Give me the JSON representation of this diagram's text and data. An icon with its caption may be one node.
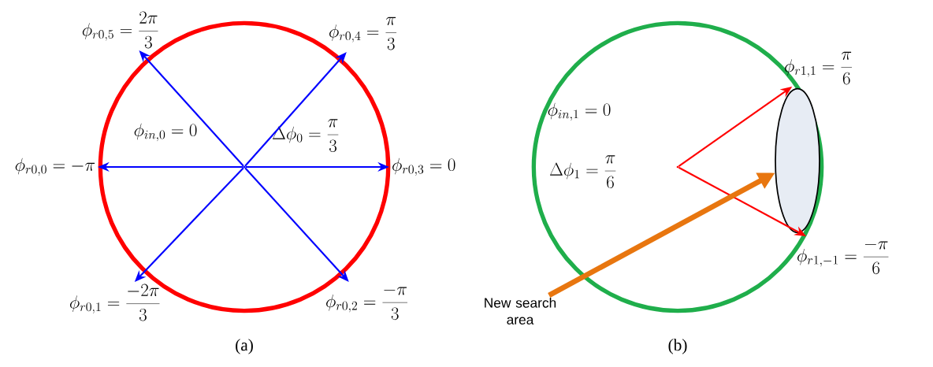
{
  "diagram": {
    "nodes": [
      {
        "text": [
          "\\phi_{in,0}=0",
          "\\Delta\\phi_0=\\frac{\\pi}{3}"
        ]
      },
      {
        "text": [],
        "shape": "point",
        "in": 0
      },
      {
        "text": [
          "\\phi_{r0,0}=-\\pi"
        ]
      },
      {
        "text": [
          "\\phi_{r0,1}=\\frac{-2\\pi}{3}"
        ]
      },
      {
        "text": [
          "\\phi_{r0,2}=\\frac{-\\pi}{3}"
        ]
      },
      {
        "text": [
          "\\phi_{r0,3}=0"
        ]
      },
      {
        "text": [
          "\\phi_{r0,4}=\\frac{\\pi}{3}"
        ]
      },
      {
        "text": [
          "\\phi_{r0,5}=\\frac{2\\pi}{3}"
        ]
      },
      {
        "text": [
          "\\phi_{in,1}=0",
          "\\Delta\\phi_1=\\frac{\\pi}{6}"
        ]
      },
      {
        "text": [],
        "shape": "point",
        "in": 8
      },
      {
        "text": [],
        "shape": "ellipse",
        "in": 8
      },
      {
        "text": [
          "\\phi_{r1,1}=\\frac{\\pi}{6}"
        ]
      },
      {
        "text": [
          "\\phi_{r1,-1}=\\frac{-\\pi}{6}"
        ]
      },
      {
        "text": [
          "New search area"
        ]
      }
    ],
    "edges": [
      {
        "from": 1,
        "to": 2,
        "arrow": "to"
      },
      {
        "from": 1,
        "to": 3,
        "arrow": "to"
      },
      {
        "from": 1,
        "to": 4,
        "arrow": "to"
      },
      {
        "from": 1,
        "to": 5,
        "arrow": "to"
      },
      {
        "from": 1,
        "to": 6,
        "arrow": "to"
      },
      {
        "from": 1,
        "to": 7,
        "arrow": "to"
      },
      {
        "from": 9,
        "to": 11,
        "arrow": "to",
        "color": "#ff0000"
      },
      {
        "from": 9,
        "to": 12,
        "arrow": "to",
        "color": "#ff0000"
      },
      {
        "from": 13,
        "to": 10,
        "arrow": "to",
        "style": "thick",
        "color": "#e8760f"
      }
    ],
    "labels": [
      "(a)",
      "(b)"
    ]
  }
}
